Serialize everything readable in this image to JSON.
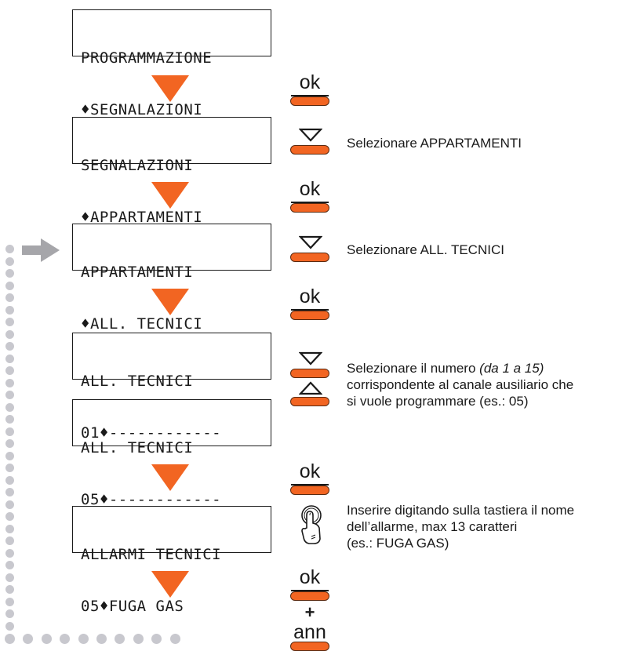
{
  "colors": {
    "accent": "#f26522",
    "dots": "#c8c8ce",
    "arrow": "#a6a6aa"
  },
  "screens": [
    {
      "line1": "PROGRAMMAZIONE",
      "line2": "♦SEGNALAZIONI"
    },
    {
      "line1": "SEGNALAZIONI",
      "line2": "♦APPARTAMENTI"
    },
    {
      "line1": "APPARTAMENTI",
      "line2": "♦ALL. TECNICI"
    },
    {
      "line1": "ALL. TECNICI",
      "line2": "01♦------------"
    },
    {
      "line1": "ALL. TECNICI",
      "line2": "05♦------------"
    },
    {
      "line1": "ALLARMI TECNICI",
      "line2": "05♦FUGA GAS"
    }
  ],
  "keys": {
    "ok": "ok",
    "plus": "+",
    "ann": "ann"
  },
  "descriptions": {
    "d1": "Selezionare APPARTAMENTI",
    "d2": "Selezionare ALL. TECNICI",
    "d3_line1_a": "Selezionare il numero ",
    "d3_line1_b": "(da 1 a 15)",
    "d3_line2": "corrispondente al canale ausiliario che",
    "d3_line3": "si vuole programmare (es.: 05)",
    "d4_line1": "Inserire digitando sulla tastiera il nome",
    "d4_line2": "dell’allarme, max 13 caratteri",
    "d4_line3": "(es.: FUGA GAS)"
  },
  "icons": [
    "down-arrow-key-icon",
    "up-arrow-key-icon",
    "keypad-finger-icon",
    "return-arrow-icon"
  ]
}
